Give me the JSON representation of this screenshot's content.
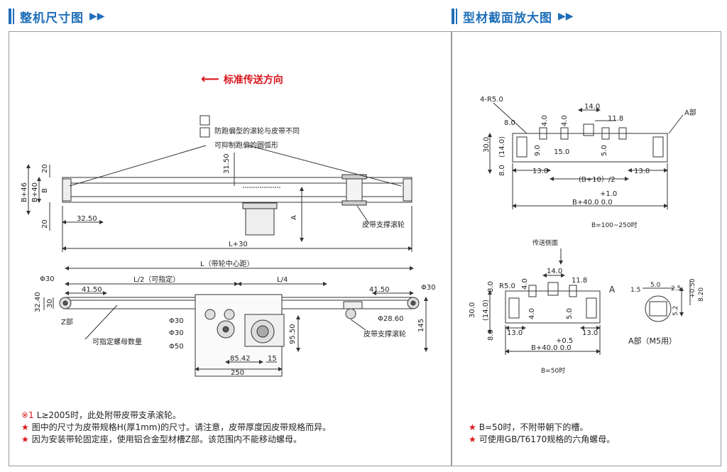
{
  "headers": {
    "left_title": "整机尺寸图",
    "right_title": "型材截面放大图",
    "arrow_glyph": "▶▶"
  },
  "direction": {
    "label": "标准传送方向",
    "arrow": "⟵"
  },
  "top_view": {
    "callout_1": "防跑偏型的滚轮与皮带不同",
    "callout_2": "可抑制跑偏的圆弧形",
    "dim_31_50": "31.50",
    "dim_A": "A",
    "dim_20_top": "20",
    "dim_B": "B",
    "dim_B_plus_46": "B+46",
    "dim_B_plus_40": "B+40",
    "dim_20_bottom": "20",
    "dim_32_50": "32.50",
    "dim_L_plus_30": "L+30",
    "roller_label": "皮带支撑滚轮"
  },
  "side_view": {
    "dim_L": "L（带轮中心距）",
    "dim_L_half": "L/2（可指定）",
    "dim_L_quarter": "L/4",
    "dim_phi30_left": "Φ30",
    "dim_phi30_right": "Φ30",
    "dim_41_50_left": "41.50",
    "dim_41_50_right": "41.50",
    "dim_32_40": "32.40",
    "dim_30": "30",
    "z_part": "Z部",
    "nut_label": "可指定螺母数量",
    "dim_phi30_a": "Φ30",
    "dim_phi30_b": "Φ30",
    "dim_phi50": "Φ50",
    "dim_phi28_60": "Φ28.60",
    "roller_label": "皮带支撑滚轮",
    "dim_95_50": "95.50",
    "dim_145": "145",
    "dim_85_42": "85.42",
    "dim_15": "15",
    "dim_250": "250"
  },
  "section_1": {
    "r_label": "4-R5.0",
    "a_part": "A部",
    "d_14_0": "14.0",
    "d_11_8": "11.8",
    "d_8_0_top": "8.0",
    "d_4_0_a": "4.0",
    "d_4_0_b": "4.0",
    "d_30_0": "30.0",
    "d_14_0_paren": "(14.0)",
    "d_9_0": "9.0",
    "d_15_0": "15.0",
    "d_5_0": "5.0",
    "d_8_0_left": "8.0",
    "d_13_0_a": "13.0",
    "d_13_0_b": "13.0",
    "d_b10_2": "(B+10）/2",
    "d_tol": "+1.0",
    "d_b40": "B+40.0  0.0",
    "caption": "B=100~250时"
  },
  "section_2": {
    "side_label": "传送侧面",
    "d_14_0": "14.0",
    "d_11_8": "11.8",
    "d_r5": "R5.0",
    "d_4_0": "4.0",
    "d_8_0": "8.0",
    "d_30_0": "30.0",
    "d_14_0_paren": "(14.0)",
    "d_8_0_b": "8.0",
    "d_4_0_b": "4.0",
    "d_5_0": "5.0",
    "d_13_0_a": "13.0",
    "d_13_0_b": "13.0",
    "d_tol": "+0.5",
    "d_b40": "B+40.0  0.0",
    "a_label": "A",
    "caption": "B=50时",
    "detail_1_5": "1.5",
    "detail_5_0": "5.0",
    "detail_2_5": "2.5",
    "detail_0_50": "+0.50",
    "detail_8_20": "8.20",
    "detail_5_2": "5.2",
    "detail_title": "A部（M5用）"
  },
  "notes_left": [
    {
      "mark": "※1",
      "text": "L≥2005时，此处附带皮带支承滚轮。"
    },
    {
      "mark": "★",
      "text": "图中的尺寸为皮带规格H(厚1mm)的尺寸。请注意，皮带厚度因皮带规格而异。"
    },
    {
      "mark": "★",
      "text": "因为安装带轮固定座，使用铝合金型材槽Z部。该范围内不能移动螺母。"
    }
  ],
  "notes_right": [
    {
      "mark": "★",
      "text": "B=50时，不附带朝下的槽。"
    },
    {
      "mark": "★",
      "text": "可使用GB/T6170规格的六角螺母。"
    }
  ],
  "colors": {
    "accent": "#1f6fb8",
    "red": "#d9141b",
    "line": "#333333"
  }
}
